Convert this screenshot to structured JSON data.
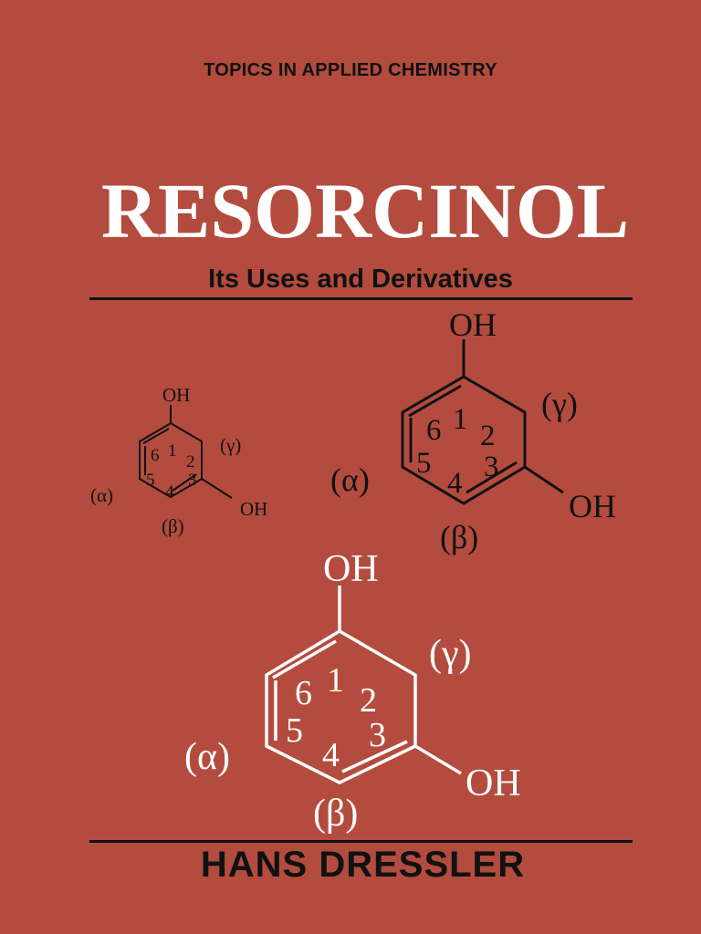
{
  "cover": {
    "series": "TOPICS IN APPLIED CHEMISTRY",
    "title": "RESORCINOL",
    "subtitle": "Its Uses and Derivatives",
    "author": "HANS DRESSLER"
  },
  "structure_labels": {
    "oh_top": "OH",
    "oh_side": "OH",
    "pos1": "1",
    "pos2": "2",
    "pos3": "3",
    "pos4": "4",
    "pos5": "5",
    "pos6": "6",
    "alpha": "(α)",
    "beta": "(β)",
    "gamma": "(γ)"
  },
  "colors": {
    "background": "#b34c3e",
    "dark": "#111111",
    "light": "#ffffff"
  }
}
